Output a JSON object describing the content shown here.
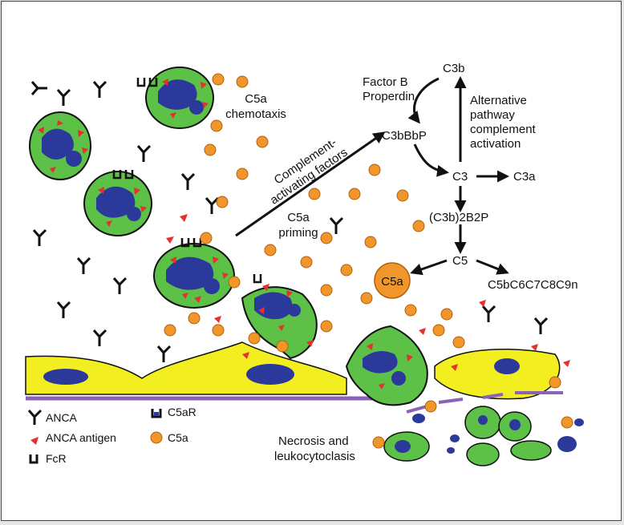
{
  "pathway": {
    "c3b": "C3b",
    "factor_b": "Factor B",
    "properdin": "Properdin",
    "c3bbbp": "C3bBbP",
    "alt_line1": "Alternative",
    "alt_line2": "pathway",
    "alt_line3": "complement",
    "alt_line4": "activation",
    "c3": "C3",
    "c3a": "C3a",
    "c3b2b2p": "(C3b)2B2P",
    "c5": "C5",
    "c5a_big": "C5a",
    "mac": "C5bC6C7C8C9n"
  },
  "labels": {
    "chemotaxis_1": "C5a",
    "chemotaxis_2": "chemotaxis",
    "complement_factors_1": "Complement-",
    "complement_factors_2": "activating factors",
    "priming_1": "C5a",
    "priming_2": "priming",
    "necrosis_1": "Necrosis and",
    "necrosis_2": "leukocytoclasis"
  },
  "legend": {
    "anca": "ANCA",
    "anca_antigen": "ANCA antigen",
    "fcr": "FcR",
    "c5ar": "C5aR",
    "c5a": "C5a"
  },
  "colors": {
    "cell_green": "#5cc146",
    "nucleus_blue": "#2b3a9a",
    "antigen_red": "#e53030",
    "c5a_orange": "#f0962a",
    "endothelium_yellow": "#f3ee20",
    "membrane_purple": "#8a62b8"
  }
}
